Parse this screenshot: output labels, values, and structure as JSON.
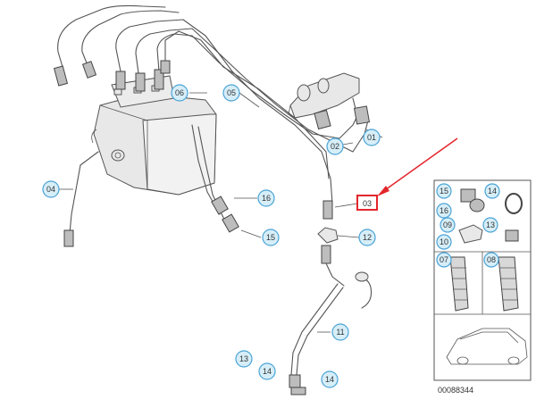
{
  "diagram": {
    "callouts": {
      "c01": "01",
      "c02": "02",
      "c03": "03",
      "c04": "04",
      "c05": "05",
      "c06": "06",
      "c11": "11",
      "c12": "12",
      "c13": "13",
      "c14a": "14",
      "c14b": "14",
      "c15": "15",
      "c16": "16"
    },
    "highlighted_part": "03",
    "inset": {
      "labels": {
        "i15": "15",
        "i14": "14",
        "i16": "16",
        "i09": "09",
        "i13": "13",
        "i10": "10",
        "i07": "07",
        "i08": "08"
      }
    },
    "document_id": "00088344",
    "colors": {
      "callout_fill": "#d6eef8",
      "callout_stroke": "#4aa3d6",
      "highlight": "#e3262d",
      "line": "#555555"
    }
  }
}
